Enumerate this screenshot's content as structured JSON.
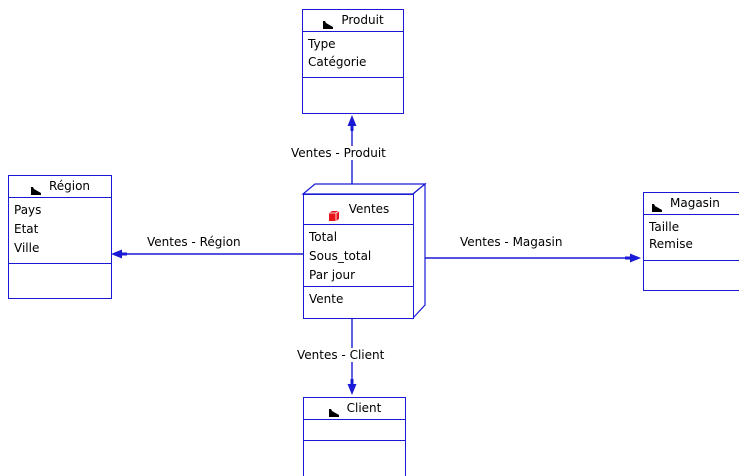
{
  "colors": {
    "line": "#1a1ad6",
    "fact_icon": "#e8141b",
    "text": "#000000"
  },
  "icons": {
    "dimension": "dimension-icon",
    "fact": "fact-cube-icon"
  },
  "entities": {
    "produit": {
      "title": "Produit",
      "attributes": [
        "Type",
        "Catégorie"
      ]
    },
    "region": {
      "title": "Région",
      "attributes": [
        "Pays",
        "Etat",
        "Ville"
      ]
    },
    "ventes": {
      "title": "Ventes",
      "measures": [
        "Total",
        "Sous_total",
        "Par jour"
      ],
      "attributes": [
        "Vente"
      ]
    },
    "magasin": {
      "title": "Magasin",
      "attributes": [
        "Taille",
        "Remise"
      ]
    },
    "client": {
      "title": "Client",
      "attributes": []
    }
  },
  "associations": {
    "produit": "Ventes - Produit",
    "region": "Ventes - Région",
    "magasin": "Ventes - Magasin",
    "client": "Ventes - Client"
  }
}
